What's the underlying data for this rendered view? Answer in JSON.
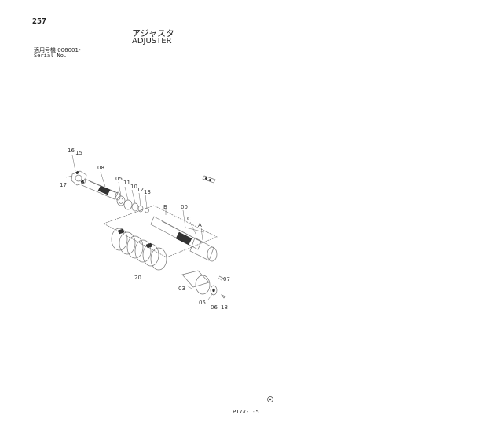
{
  "header": {
    "page_number": "257",
    "title_jp": "アジャスタ",
    "title_en": "ADJUSTER",
    "serial_jp": "適用号機  006001-",
    "serial_en": "Serial No."
  },
  "callouts": {
    "c16": "16",
    "c15": "15",
    "c17": "17",
    "c08": "08",
    "c05a": "05",
    "c11": "11",
    "c10": "10",
    "c12": "12",
    "c13": "13",
    "cB": "B",
    "c00": "00",
    "cC": "C",
    "cA": "A",
    "c20": "20",
    "c07": "07",
    "c03": "03",
    "c05b": "05",
    "c06": "06",
    "c18": "18"
  },
  "footer": {
    "figure_code": "PI7V-1-5"
  }
}
